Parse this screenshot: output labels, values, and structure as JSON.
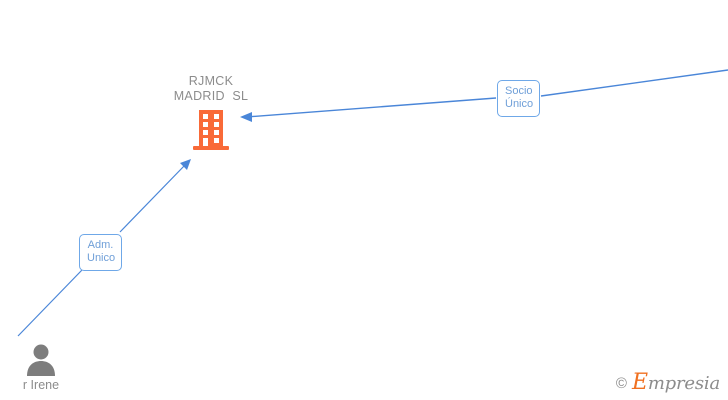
{
  "diagram": {
    "background_color": "#ffffff",
    "edge_color": "#4a86d8",
    "company_color": "#f96a38",
    "text_color": "#8c8c8c",
    "label_color": "#6f9fd8",
    "company": {
      "name_line1": "RJMCK",
      "name_line2": "MADRID  SL",
      "icon": "building-icon"
    },
    "person": {
      "name": "r Irene",
      "icon": "person-icon"
    },
    "relations": [
      {
        "id": "socio-unico",
        "line1": "Socio",
        "line2": "Único"
      },
      {
        "id": "adm-unico",
        "line1": "Adm.",
        "line2": "Unico"
      }
    ]
  },
  "watermark": {
    "copyright": "©",
    "initial": "E",
    "rest": "mpresia"
  }
}
